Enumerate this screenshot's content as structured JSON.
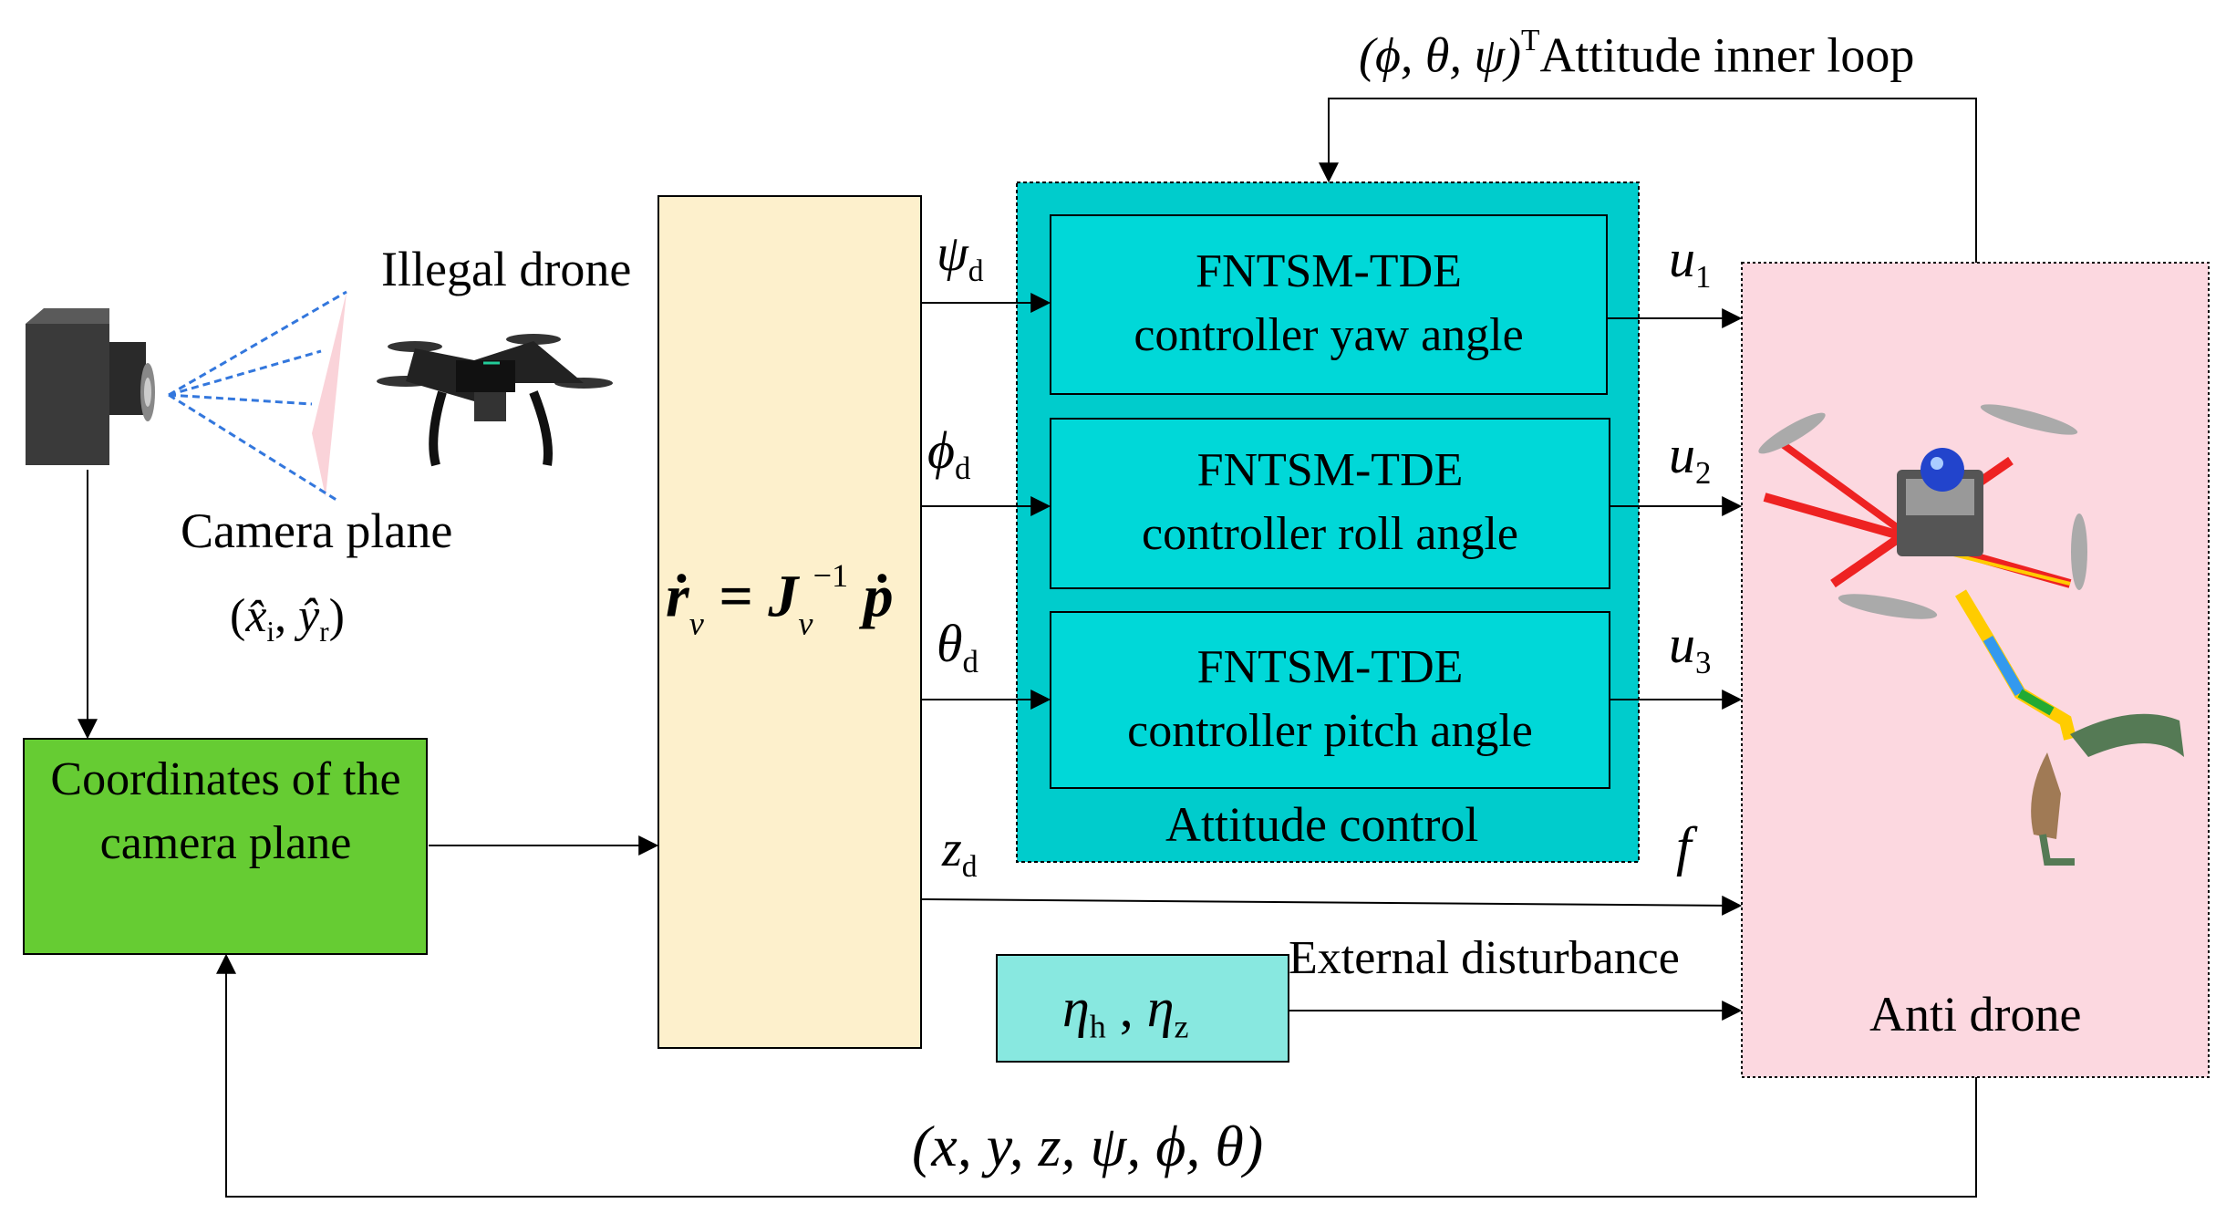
{
  "diagram": {
    "top_feedback_label": "(ϕ, θ, ψ)",
    "top_feedback_sup": "T",
    "top_feedback_text": "Attitude inner loop",
    "illegal_drone_label": "Illegal drone",
    "camera_plane_label": "Camera plane",
    "camera_coords": {
      "x_hat": "x̂",
      "x_sub": "i",
      "y_hat": "ŷ",
      "y_sub": "r"
    },
    "coordinates_box": "Coordinates of the camera plane",
    "formula": {
      "lhs": "ṙ",
      "lhs_sub": "v",
      "eq": " = ",
      "J": "J",
      "J_sub": "v",
      "J_sup": "−1",
      "rhs": "ṗ"
    },
    "signals": {
      "psi": {
        "sym": "ψ",
        "sub": "d"
      },
      "phi": {
        "sym": "ϕ",
        "sub": "d"
      },
      "theta": {
        "sym": "θ",
        "sub": "d"
      },
      "z": {
        "sym": "z",
        "sub": "d"
      }
    },
    "controllers": [
      {
        "line1": "FNTSM-TDE",
        "line2": "controller yaw angle"
      },
      {
        "line1": "FNTSM-TDE",
        "line2": "controller roll angle"
      },
      {
        "line1": "FNTSM-TDE",
        "line2": "controller pitch angle"
      }
    ],
    "attitude_control_label": "Attitude control",
    "outputs": [
      {
        "sym": "u",
        "sub": "1"
      },
      {
        "sym": "u",
        "sub": "2"
      },
      {
        "sym": "u",
        "sub": "3"
      }
    ],
    "thrust_label": "f",
    "disturbance_label": "External disturbance",
    "disturbance_box": {
      "eta": "η",
      "h": "h",
      "sep": " , ",
      "z": "z"
    },
    "anti_drone_label": "Anti drone",
    "bottom_feedback_label": "(x, y, z, ψ, ϕ, θ)"
  },
  "colors": {
    "formula_box": "#fdf0cc",
    "attitude_block": "#00cccc",
    "controller_box": "#00d8d8",
    "coordinates_box": "#66cc33",
    "anti_drone_box": "#fcd8e0",
    "disturbance_box": "#88e8e0"
  },
  "icons": [
    "camera-icon",
    "illegal-drone-icon",
    "anti-drone-icon"
  ]
}
